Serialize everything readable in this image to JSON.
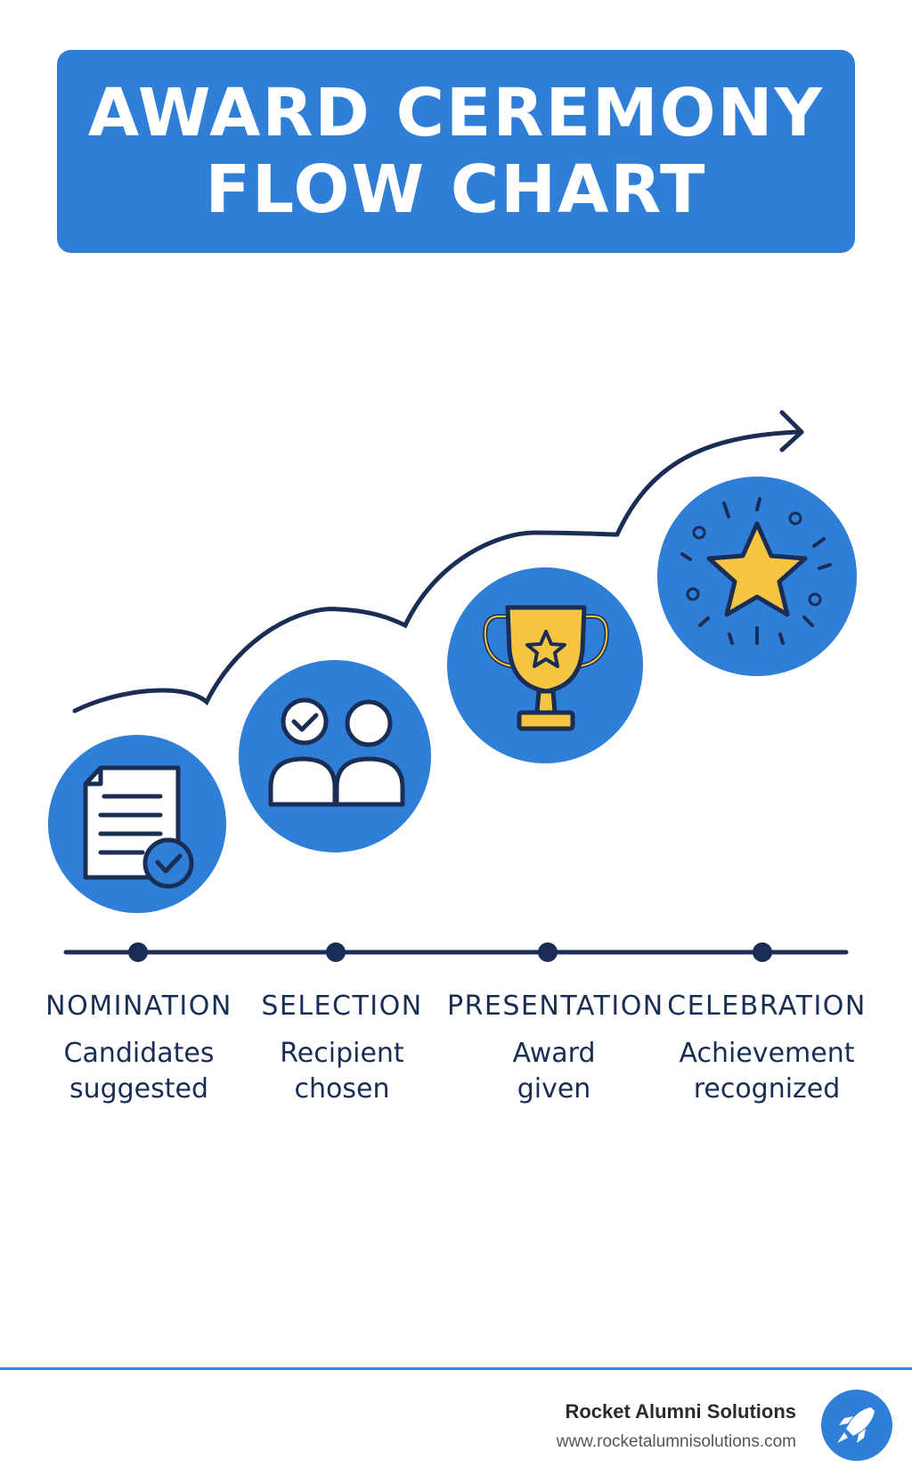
{
  "header": {
    "title_line1": "AWARD CEREMONY",
    "title_line2": "FLOW CHART"
  },
  "steps": [
    {
      "name": "NOMINATION",
      "desc_line1": "Candidates",
      "desc_line2": "suggested",
      "icon": "document-check-icon"
    },
    {
      "name": "SELECTION",
      "desc_line1": "Recipient",
      "desc_line2": "chosen",
      "icon": "people-check-icon"
    },
    {
      "name": "PRESENTATION",
      "desc_line1": "Award",
      "desc_line2": "given",
      "icon": "trophy-icon"
    },
    {
      "name": "CELEBRATION",
      "desc_line1": "Achievement",
      "desc_line2": "recognized",
      "icon": "star-burst-icon"
    }
  ],
  "footer": {
    "company": "Rocket Alumni Solutions",
    "url": "www.rocketalumnisolutions.com",
    "logo_icon": "rocket-icon"
  },
  "colors": {
    "accent_blue": "#2f7fd8",
    "navy": "#1a2d54",
    "gold": "#f5c542",
    "white": "#ffffff"
  }
}
